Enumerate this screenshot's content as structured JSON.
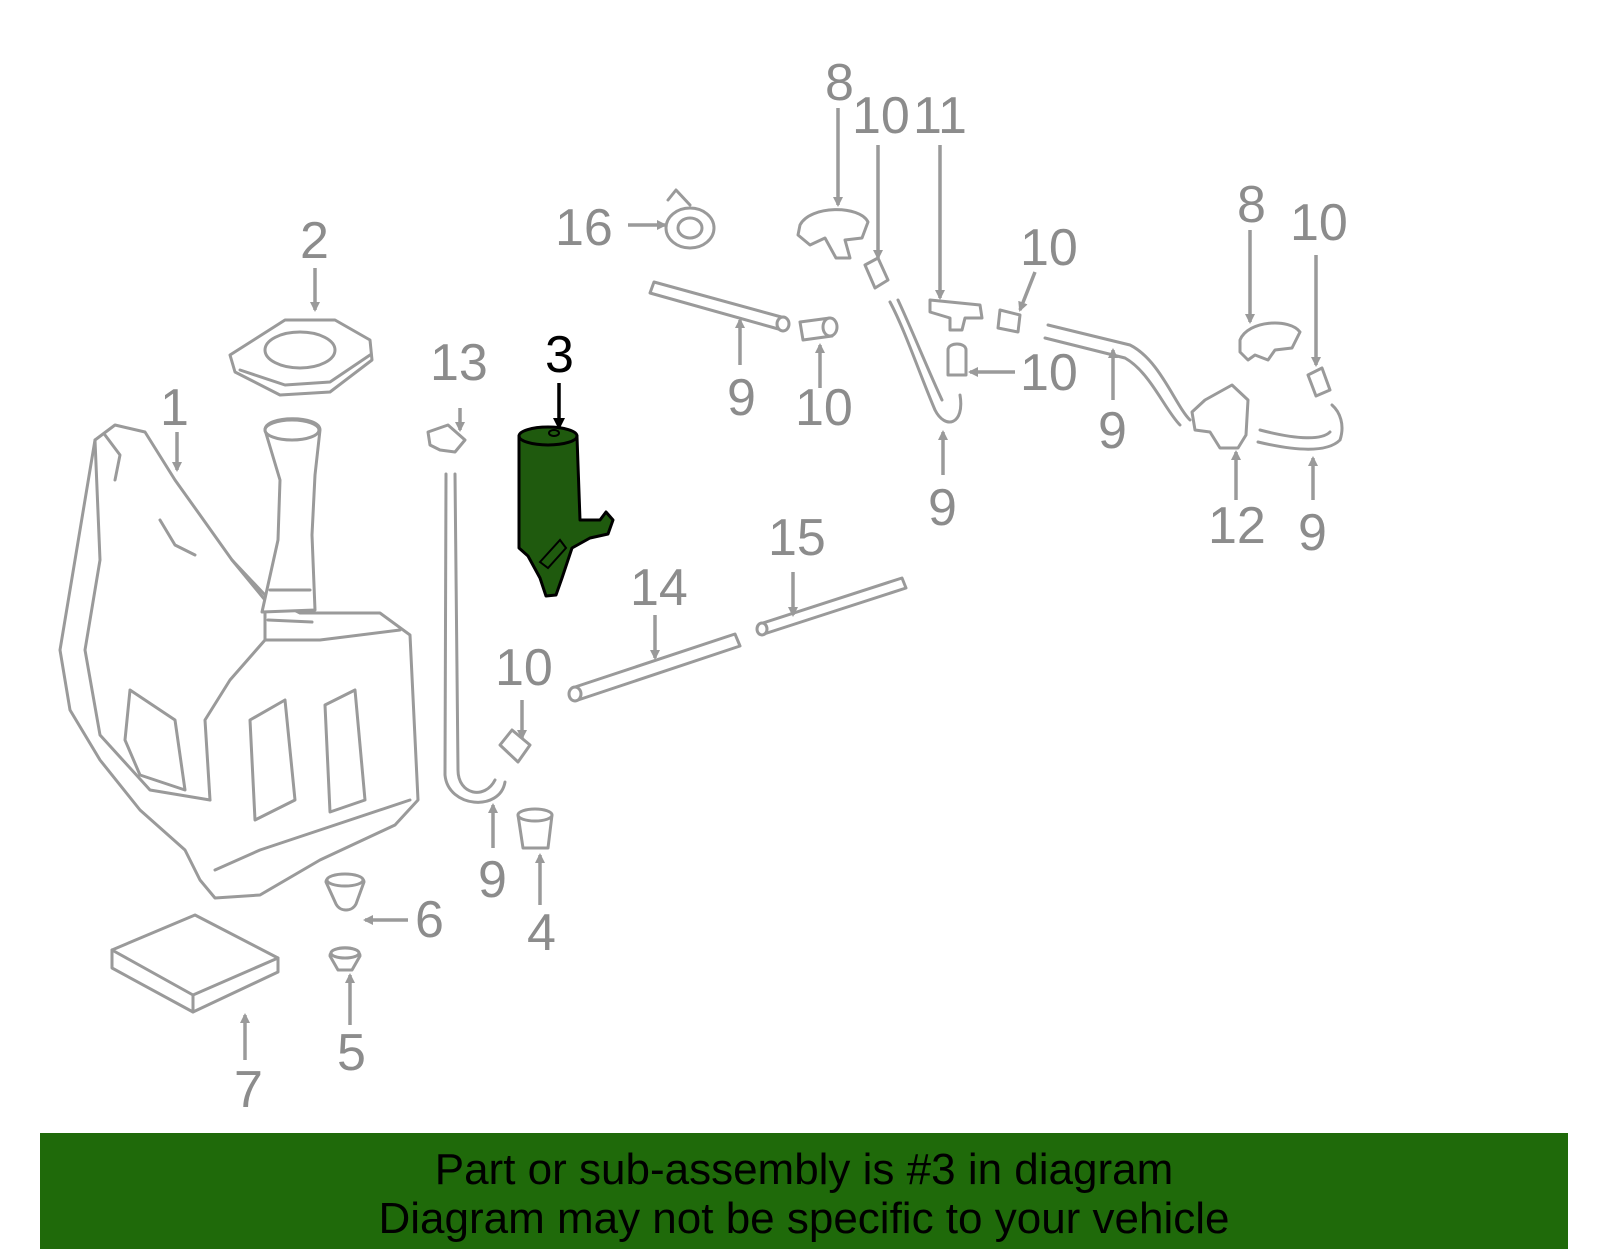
{
  "diagram": {
    "highlight_color": "#1f5a0e",
    "part_color": "#9a9a9a",
    "callouts": [
      {
        "id": "c1",
        "label": "1"
      },
      {
        "id": "c2",
        "label": "2"
      },
      {
        "id": "c3",
        "label": "3",
        "highlighted": true
      },
      {
        "id": "c4",
        "label": "4"
      },
      {
        "id": "c5",
        "label": "5"
      },
      {
        "id": "c6",
        "label": "6"
      },
      {
        "id": "c7",
        "label": "7"
      },
      {
        "id": "c8a",
        "label": "8"
      },
      {
        "id": "c8b",
        "label": "8"
      },
      {
        "id": "c9a",
        "label": "9"
      },
      {
        "id": "c9b",
        "label": "9"
      },
      {
        "id": "c9c",
        "label": "9"
      },
      {
        "id": "c9d",
        "label": "9"
      },
      {
        "id": "c9e",
        "label": "9"
      },
      {
        "id": "c10a",
        "label": "10"
      },
      {
        "id": "c10b",
        "label": "10"
      },
      {
        "id": "c10c",
        "label": "10"
      },
      {
        "id": "c10d",
        "label": "10"
      },
      {
        "id": "c10e",
        "label": "10"
      },
      {
        "id": "c10f",
        "label": "10"
      },
      {
        "id": "c11",
        "label": "11"
      },
      {
        "id": "c12",
        "label": "12"
      },
      {
        "id": "c13",
        "label": "13"
      },
      {
        "id": "c14",
        "label": "14"
      },
      {
        "id": "c15",
        "label": "15"
      },
      {
        "id": "c16",
        "label": "16"
      }
    ]
  },
  "banner": {
    "background": "#1f6a0a",
    "line1": "Part or sub-assembly is #3 in diagram",
    "line2": "Diagram may not be specific to your vehicle"
  }
}
